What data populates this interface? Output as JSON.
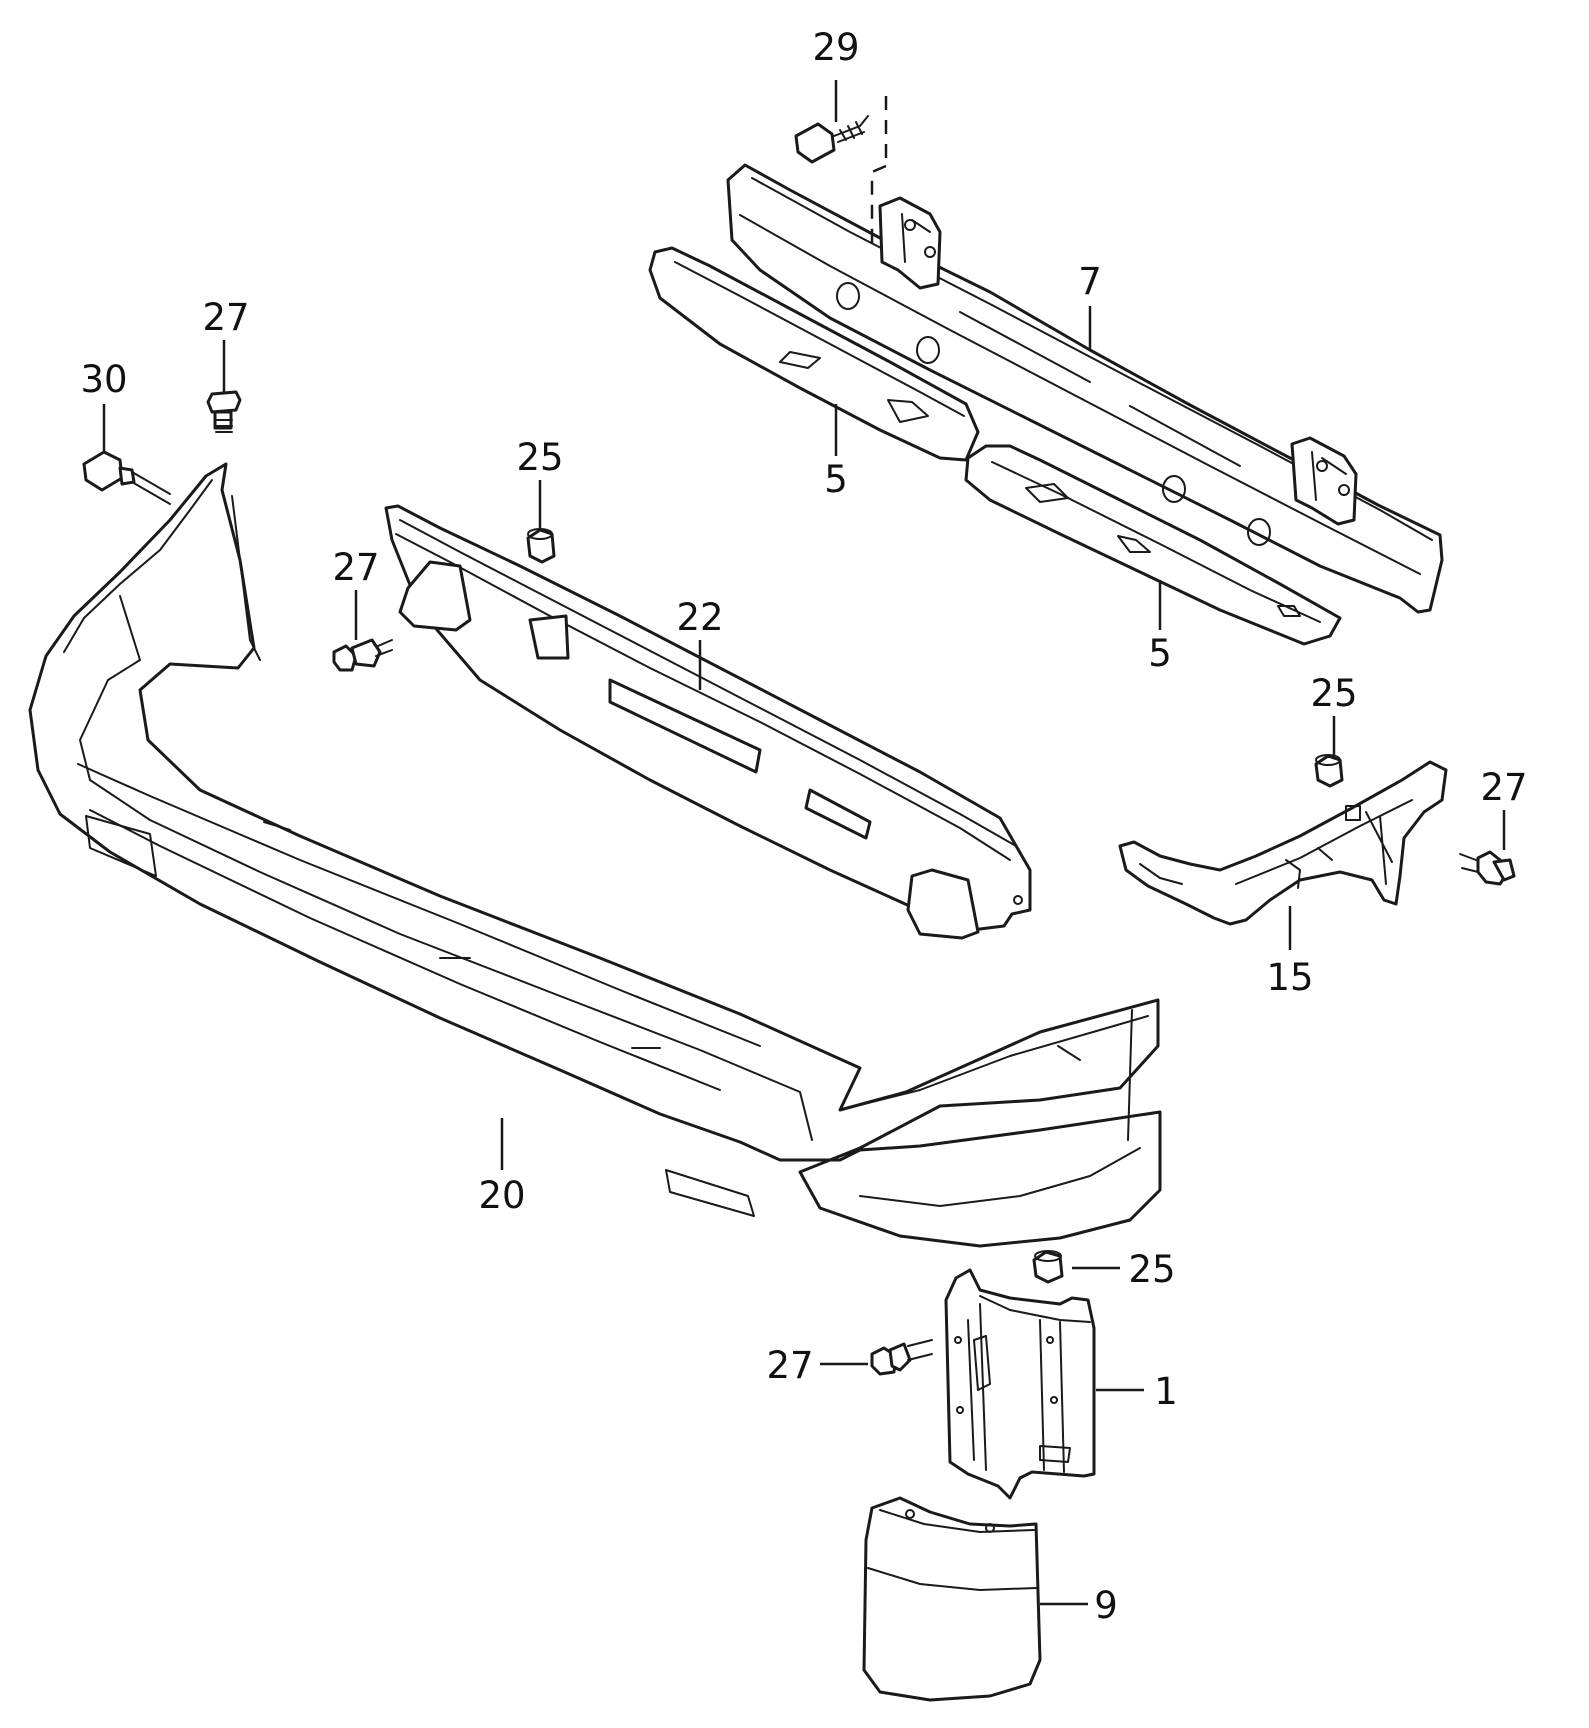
{
  "callouts": [
    {
      "id": "c29",
      "label": "29"
    },
    {
      "id": "c7",
      "label": "7"
    },
    {
      "id": "c5a",
      "label": "5"
    },
    {
      "id": "c5b",
      "label": "5"
    },
    {
      "id": "c27a",
      "label": "27"
    },
    {
      "id": "c30",
      "label": "30"
    },
    {
      "id": "c25a",
      "label": "25"
    },
    {
      "id": "c27b",
      "label": "27"
    },
    {
      "id": "c22",
      "label": "22"
    },
    {
      "id": "c25b",
      "label": "25"
    },
    {
      "id": "c27c",
      "label": "27"
    },
    {
      "id": "c15",
      "label": "15"
    },
    {
      "id": "c20",
      "label": "20"
    },
    {
      "id": "c25c",
      "label": "25"
    },
    {
      "id": "c27d",
      "label": "27"
    },
    {
      "id": "c1",
      "label": "1"
    },
    {
      "id": "c9",
      "label": "9"
    }
  ]
}
